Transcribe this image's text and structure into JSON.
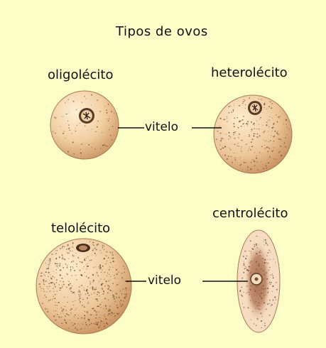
{
  "diagram": {
    "title": "Tipos de ovos",
    "eggs": {
      "oligolecito": "oligolécito",
      "heterolecito": "heterolécito",
      "telolecito": "telolécito",
      "centrolecito": "centrolécito"
    },
    "yolk_labels": {
      "top": "vitelo",
      "bottom": "vitelo"
    },
    "colors": {
      "background": "#fdfdc8",
      "egg_light": "#fbe3c0",
      "egg_dark": "#d7a878",
      "dots": "#6a4a30",
      "line": "#111111"
    }
  }
}
